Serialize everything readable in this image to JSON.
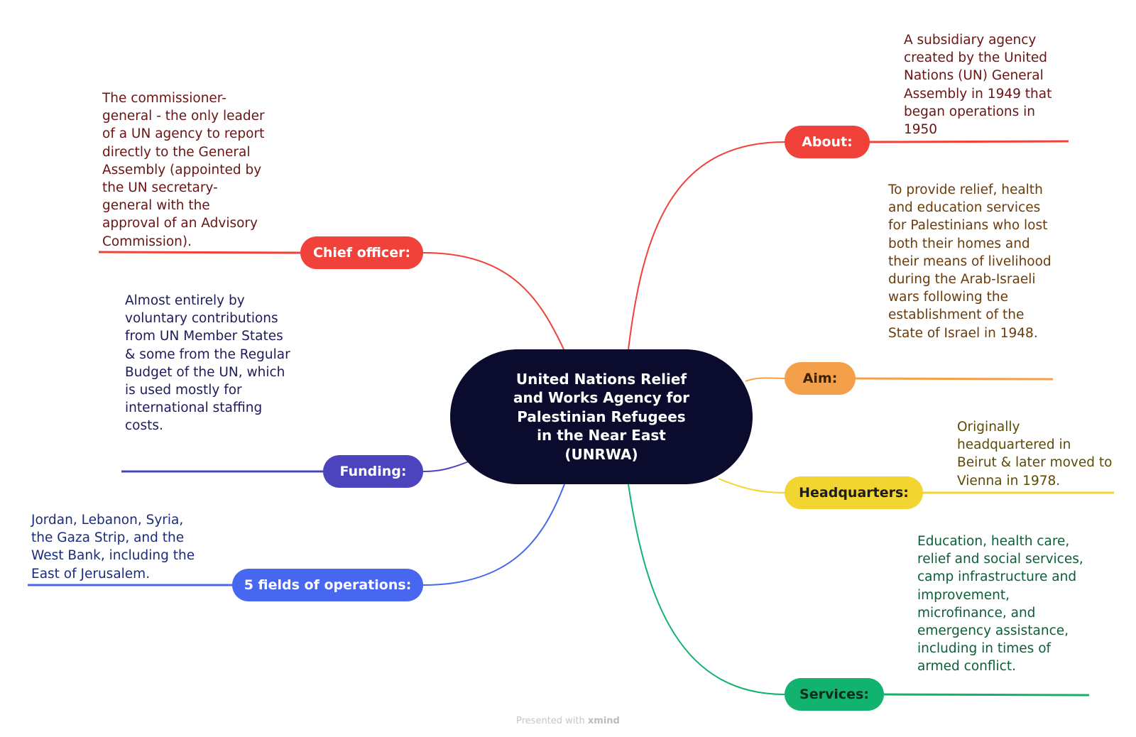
{
  "central_topic": "United Nations Relief and Works Agency for Palestinian Refugees in the Near East (UNRWA)",
  "branches": {
    "about": {
      "label": "About:",
      "note": "A subsidiary agency created by the United Nations (UN) General Assembly in 1949 that began operations in 1950",
      "color": "#f0413b"
    },
    "aim": {
      "label": "Aim:",
      "note": "To provide relief, health and education services for Palestinians who lost both their homes and their means of livelihood during the Arab-Israeli wars following the establishment of the State of Israel in 1948.",
      "color": "#f4a04a"
    },
    "headquarters": {
      "label": "Headquarters:",
      "note": "Originally headquartered in Beirut & later moved to Vienna in 1978.",
      "color": "#f2d530"
    },
    "services": {
      "label": "Services:",
      "note": "Education, health care, relief and social services, camp infrastructure and improvement, microfinance, and emergency assistance, including in times of armed conflict.",
      "color": "#12b36e"
    },
    "chief_officer": {
      "label": "Chief officer:",
      "note": "The commissioner-general - the only leader of a UN agency to report directly to the General Assembly (appointed by the UN secretary-general with the approval of an Advisory Commission).",
      "color": "#f0413b"
    },
    "funding": {
      "label": "Funding:",
      "note": "Almost entirely by voluntary contributions from UN Member States & some from the Regular Budget of the UN, which is used mostly for international staffing costs.",
      "color": "#4b44bd"
    },
    "fields": {
      "label": "5 fields of operations:",
      "note": "Jordan, Lebanon, Syria, the Gaza Strip, and the West Bank, including the East of Jerusalem.",
      "color": "#4767f0"
    }
  },
  "watermark": {
    "prefix": "Presented with",
    "brand": "xmind"
  }
}
